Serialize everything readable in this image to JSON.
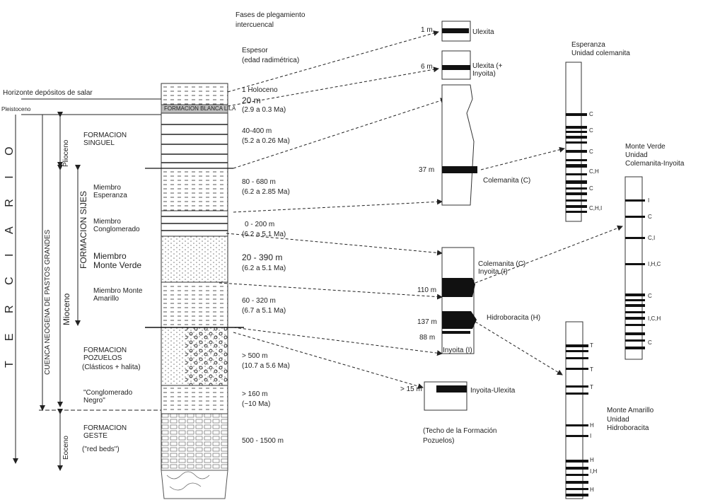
{
  "stratigraphy": {
    "era": "T E R C I A R I O",
    "basin": "CUENCA NEOGENA DE PASTOS GRANDES",
    "epochs": {
      "pliocene": "Plioceno",
      "miocene": "Mioceno",
      "eocene": "Eoceno",
      "pleistocene": "Pleistoceno"
    },
    "group": "FORMACION SIJES",
    "top_notes": {
      "line1": "Fases de plegamiento",
      "line2": "intercuencal",
      "espesor": "Espesor",
      "edad": "(edad radimétrica)"
    },
    "units": [
      {
        "name": "Horizonte depósitos de salar",
        "thickness": "1 Holoceno",
        "age": ""
      },
      {
        "name": "FORMACION BLANCA LILA",
        "thickness": "20 m",
        "age": "(2.9 a 0.3 Ma)"
      },
      {
        "name": "FORMACION SINGUEL",
        "thickness": "40-400 m",
        "age": "(5.2 a 0.26 Ma)"
      },
      {
        "name": "Miembro Esperanza",
        "thickness": "80 - 680 m",
        "age": "(6.2 a 2.85 Ma)"
      },
      {
        "name": "Miembro Conglomerado",
        "thickness": "0 - 200 m",
        "age": "(6.2 a 5.1 Ma)"
      },
      {
        "name": "Miembro Monte Verde",
        "thickness": "20 - 390 m",
        "age": "(6.2 a 5.1 Ma)"
      },
      {
        "name": "Miembro Monte Amarillo",
        "thickness": "60 - 320 m",
        "age": "(6.7 a 5.1 Ma)"
      },
      {
        "name": "FORMACION POZUELOS",
        "sub": "(Clásticos + halita)",
        "thickness": "> 500 m",
        "age": "(10.7 a 5.6 Ma)"
      },
      {
        "name": "\"Conglomerado Negro\"",
        "thickness": "> 160 m",
        "age": "(~10 Ma)"
      },
      {
        "name": "FORMACION GESTE",
        "sub": "(\"red beds\")",
        "thickness": "500 - 1500 m",
        "age": ""
      }
    ]
  },
  "middle_column": {
    "layers": [
      {
        "depth": "1 m",
        "label": "Ulexita"
      },
      {
        "depth": "6 m",
        "label": "Ulexita (+ Inyoita)"
      },
      {
        "depth": "37 m",
        "label": "Colemanita (C)"
      },
      {
        "depth": "110 m",
        "label": "Colemanita (C) Inyoita (I)"
      },
      {
        "depth": "137 m",
        "label": "Hidroboracita (H)"
      },
      {
        "depth": "88 m",
        "label": "Inyoita (I)"
      },
      {
        "depth": "> 15 m",
        "label": "Inyoita-Ulexita"
      }
    ],
    "footnote": [
      "(Techo de la Formación",
      "Pozuelos)"
    ]
  },
  "right_columns": [
    {
      "title": "Esperanza",
      "subtitle": "Unidad colemanita",
      "marks": [
        "C",
        "C",
        "C",
        "C,H",
        "C",
        "C,H,I"
      ]
    },
    {
      "title": "Monte Verde",
      "subtitle": "Unidad",
      "subtitle2": "Colemanita-Inyoita",
      "marks": [
        "I",
        "C",
        "C,I",
        "I,H,C",
        "C",
        "I,C,H",
        "C"
      ]
    },
    {
      "title": "Monte Amarillo",
      "subtitle": "Unidad",
      "subtitle2": "Hidroboracita",
      "marks": [
        "T",
        "T",
        "T",
        "H",
        "I",
        "H",
        "I,H",
        "H"
      ]
    }
  ]
}
